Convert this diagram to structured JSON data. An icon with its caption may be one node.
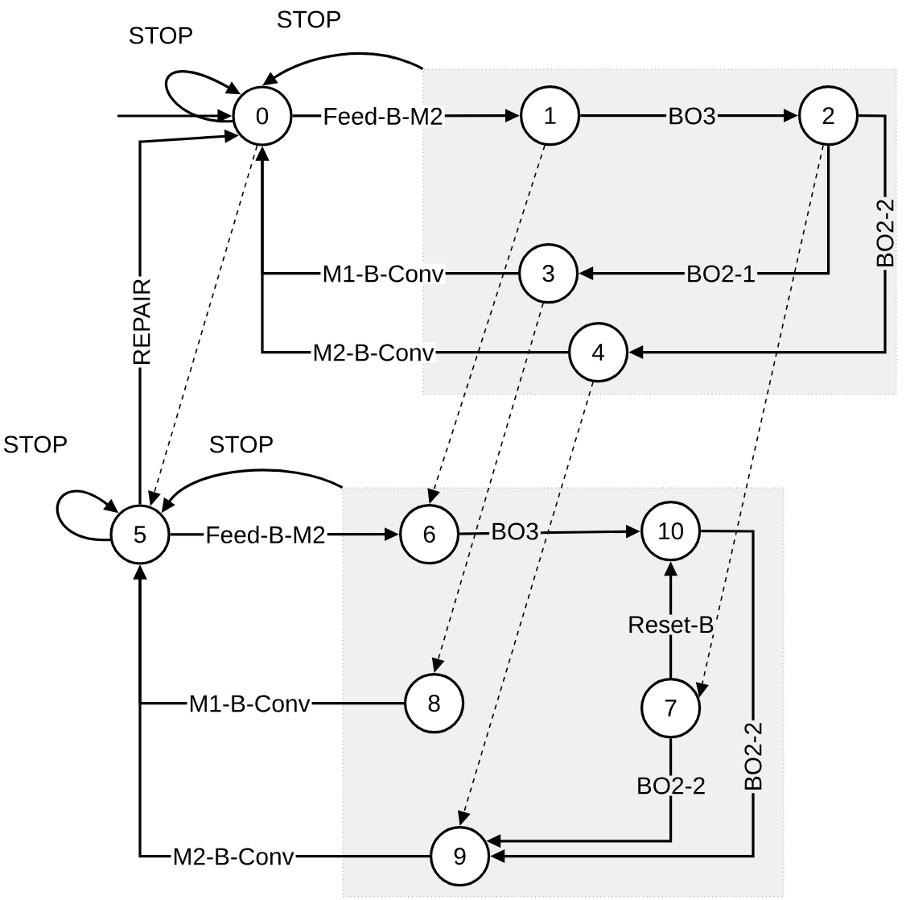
{
  "diagram": {
    "nodes": [
      {
        "text": [
          "0"
        ]
      },
      {
        "text": [],
        "shape": "box"
      },
      {
        "text": [
          "1"
        ],
        "in": 1
      },
      {
        "text": [
          "2"
        ],
        "in": 1
      },
      {
        "text": [
          "3"
        ],
        "in": 1
      },
      {
        "text": [
          "4"
        ],
        "in": 1
      },
      {
        "text": [
          "5"
        ]
      },
      {
        "text": [],
        "shape": "box"
      },
      {
        "text": [
          "6"
        ],
        "in": 7
      },
      {
        "text": [
          "10"
        ],
        "in": 7
      },
      {
        "text": [
          "8"
        ],
        "in": 7
      },
      {
        "text": [
          "7"
        ],
        "in": 7
      },
      {
        "text": [
          "9"
        ],
        "in": 7
      }
    ],
    "edges": [
      {
        "from": null,
        "to": 0,
        "arrow": "to"
      },
      {
        "from": 0,
        "to": 0,
        "arrow": "to",
        "label": "STOP"
      },
      {
        "from": 1,
        "to": 0,
        "arrow": "to",
        "label": "STOP"
      },
      {
        "from": 0,
        "to": 2,
        "arrow": "to",
        "label": "Feed-B-M2"
      },
      {
        "from": 2,
        "to": 3,
        "arrow": "to",
        "label": "BO3"
      },
      {
        "from": 3,
        "to": 4,
        "arrow": "to",
        "label": "BO2-1"
      },
      {
        "from": 3,
        "to": 5,
        "arrow": "to",
        "label": "BO2-2"
      },
      {
        "from": 4,
        "to": 0,
        "arrow": "to",
        "label": "M1-B-Conv"
      },
      {
        "from": 5,
        "to": 0,
        "arrow": "to",
        "label": "M2-B-Conv"
      },
      {
        "from": 6,
        "to": 0,
        "arrow": "to",
        "label": "REPAIR"
      },
      {
        "from": 0,
        "to": 6,
        "arrow": "to",
        "style": "dashed"
      },
      {
        "from": 2,
        "to": 8,
        "arrow": "to",
        "style": "dashed"
      },
      {
        "from": 4,
        "to": 10,
        "arrow": "to",
        "style": "dashed"
      },
      {
        "from": 5,
        "to": 12,
        "arrow": "to",
        "style": "dashed"
      },
      {
        "from": 3,
        "to": 11,
        "arrow": "to",
        "style": "dashed"
      },
      {
        "from": 6,
        "to": 6,
        "arrow": "to",
        "label": "STOP"
      },
      {
        "from": 7,
        "to": 6,
        "arrow": "to",
        "label": "STOP"
      },
      {
        "from": 6,
        "to": 8,
        "arrow": "to",
        "label": "Feed-B-M2"
      },
      {
        "from": 8,
        "to": 9,
        "arrow": "to",
        "label": "BO3"
      },
      {
        "from": 11,
        "to": 9,
        "arrow": "to",
        "label": "Reset-B"
      },
      {
        "from": 11,
        "to": 12,
        "arrow": "to",
        "label": "BO2-2"
      },
      {
        "from": 9,
        "to": 12,
        "arrow": "to",
        "label": "BO2-2"
      },
      {
        "from": 10,
        "to": 6,
        "arrow": "to",
        "label": "M1-B-Conv"
      },
      {
        "from": 12,
        "to": 6,
        "arrow": "to",
        "label": "M2-B-Conv"
      }
    ]
  }
}
